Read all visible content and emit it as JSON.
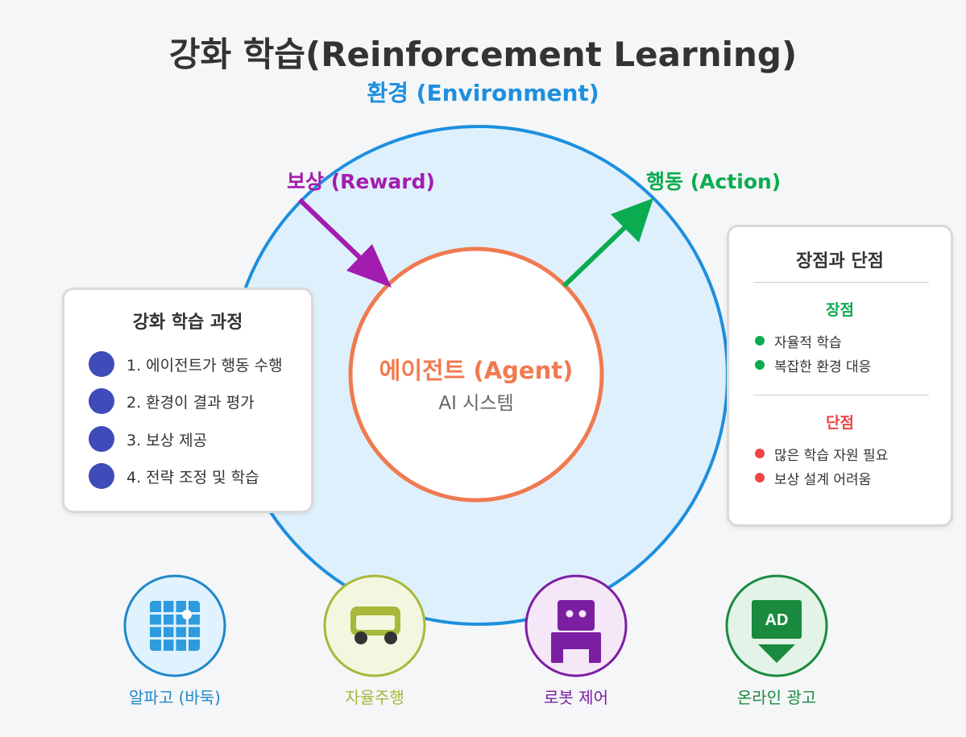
{
  "title": "강화 학습(Reinforcement Learning)",
  "environment": {
    "label": "환경 (Environment)",
    "color": "#1e8fde",
    "fill": "#dff0fd"
  },
  "reward": {
    "label": "보상 (Reward)",
    "color": "#a21caf"
  },
  "action": {
    "label": "행동 (Action)",
    "color": "#0bab4f"
  },
  "agent": {
    "label": "에이전트 (Agent)",
    "sublabel": "AI 시스템",
    "color": "#f07a50"
  },
  "process": {
    "title": "강화 학습 과정",
    "steps": [
      "1. 에이전트가 행동 수행",
      "2. 환경이 결과 평가",
      "3. 보상 제공",
      "4. 전략 조정 및 학습"
    ],
    "dot_color": "#3f4bb8"
  },
  "pros_cons": {
    "title": "장점과 단점",
    "pros_title": "장점",
    "pros": [
      "자율적 학습",
      "복잡한 환경 대응"
    ],
    "pros_color": "#0bab4f",
    "cons_title": "단점",
    "cons": [
      "많은 학습 자원 필요",
      "보상 설계 어려움"
    ],
    "cons_color": "#f04444"
  },
  "applications": [
    {
      "label": "알파고 (바둑)",
      "icon": "go-board-icon",
      "color": "#1e88c8"
    },
    {
      "label": "자율주행",
      "icon": "car-icon",
      "color": "#a8b83a"
    },
    {
      "label": "로봇 제어",
      "icon": "robot-icon",
      "color": "#7b1fa2"
    },
    {
      "label": "온라인 광고",
      "icon": "ad-icon",
      "color": "#1a8a3e",
      "badge": "AD"
    }
  ]
}
